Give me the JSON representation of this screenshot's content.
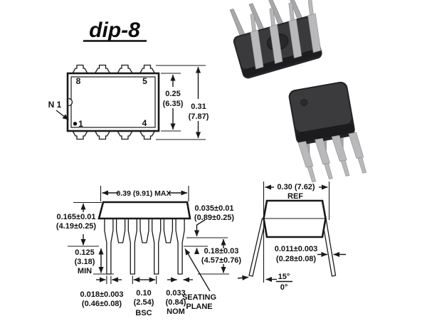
{
  "title": "dip-8",
  "top_view": {
    "pin_top_left": "8",
    "pin_top_right": "5",
    "pin_bottom_left": "1",
    "pin_bottom_right": "4",
    "pin1_callout": "N 1",
    "dim_body_width_in": "0.25",
    "dim_body_width_mm": "(6.35)",
    "dim_overall_width_in": "0.31",
    "dim_overall_width_mm": "(7.87)"
  },
  "front_view": {
    "dim_length_max": "0.39 (9.91) MAX",
    "dim_body_height_in": "0.165±0.01",
    "dim_body_height_mm": "(4.19±0.25)",
    "dim_lead_length_in": "0.125",
    "dim_lead_length_mm": "(3.18)",
    "dim_lead_length_qual": "MIN",
    "dim_lead_width_in": "0.018±0.003",
    "dim_lead_width_mm": "(0.46±0.08)",
    "dim_pitch_in": "0.10",
    "dim_pitch_mm": "(2.54)",
    "dim_pitch_qual": "BSC",
    "dim_lead_nom_in": "0.033",
    "dim_lead_nom_mm": "(0.84)",
    "dim_lead_nom_qual": "NOM",
    "dim_shoulder_in": "0.035±0.01",
    "dim_shoulder_mm": "(0.89±0.25)",
    "dim_tip_in": "0.18±0.03",
    "dim_tip_mm": "(4.57±0.76)",
    "seating_plane_line1": "SEATING",
    "seating_plane_line2": "PLANE"
  },
  "side_view": {
    "dim_row_width_in": "0.30 (7.62)",
    "dim_row_width_qual": "REF",
    "dim_lead_thickness_in": "0.011±0.003",
    "dim_lead_thickness_mm": "(0.28±0.08)",
    "lead_angle_max": "15°",
    "lead_angle_min": "0°"
  },
  "colors": {
    "line": "#191919",
    "chip_body": "#2e2e30",
    "chip_body_light": "#3c3c3e",
    "chip_pin": "#b9b9bb",
    "background": "#ffffff"
  }
}
